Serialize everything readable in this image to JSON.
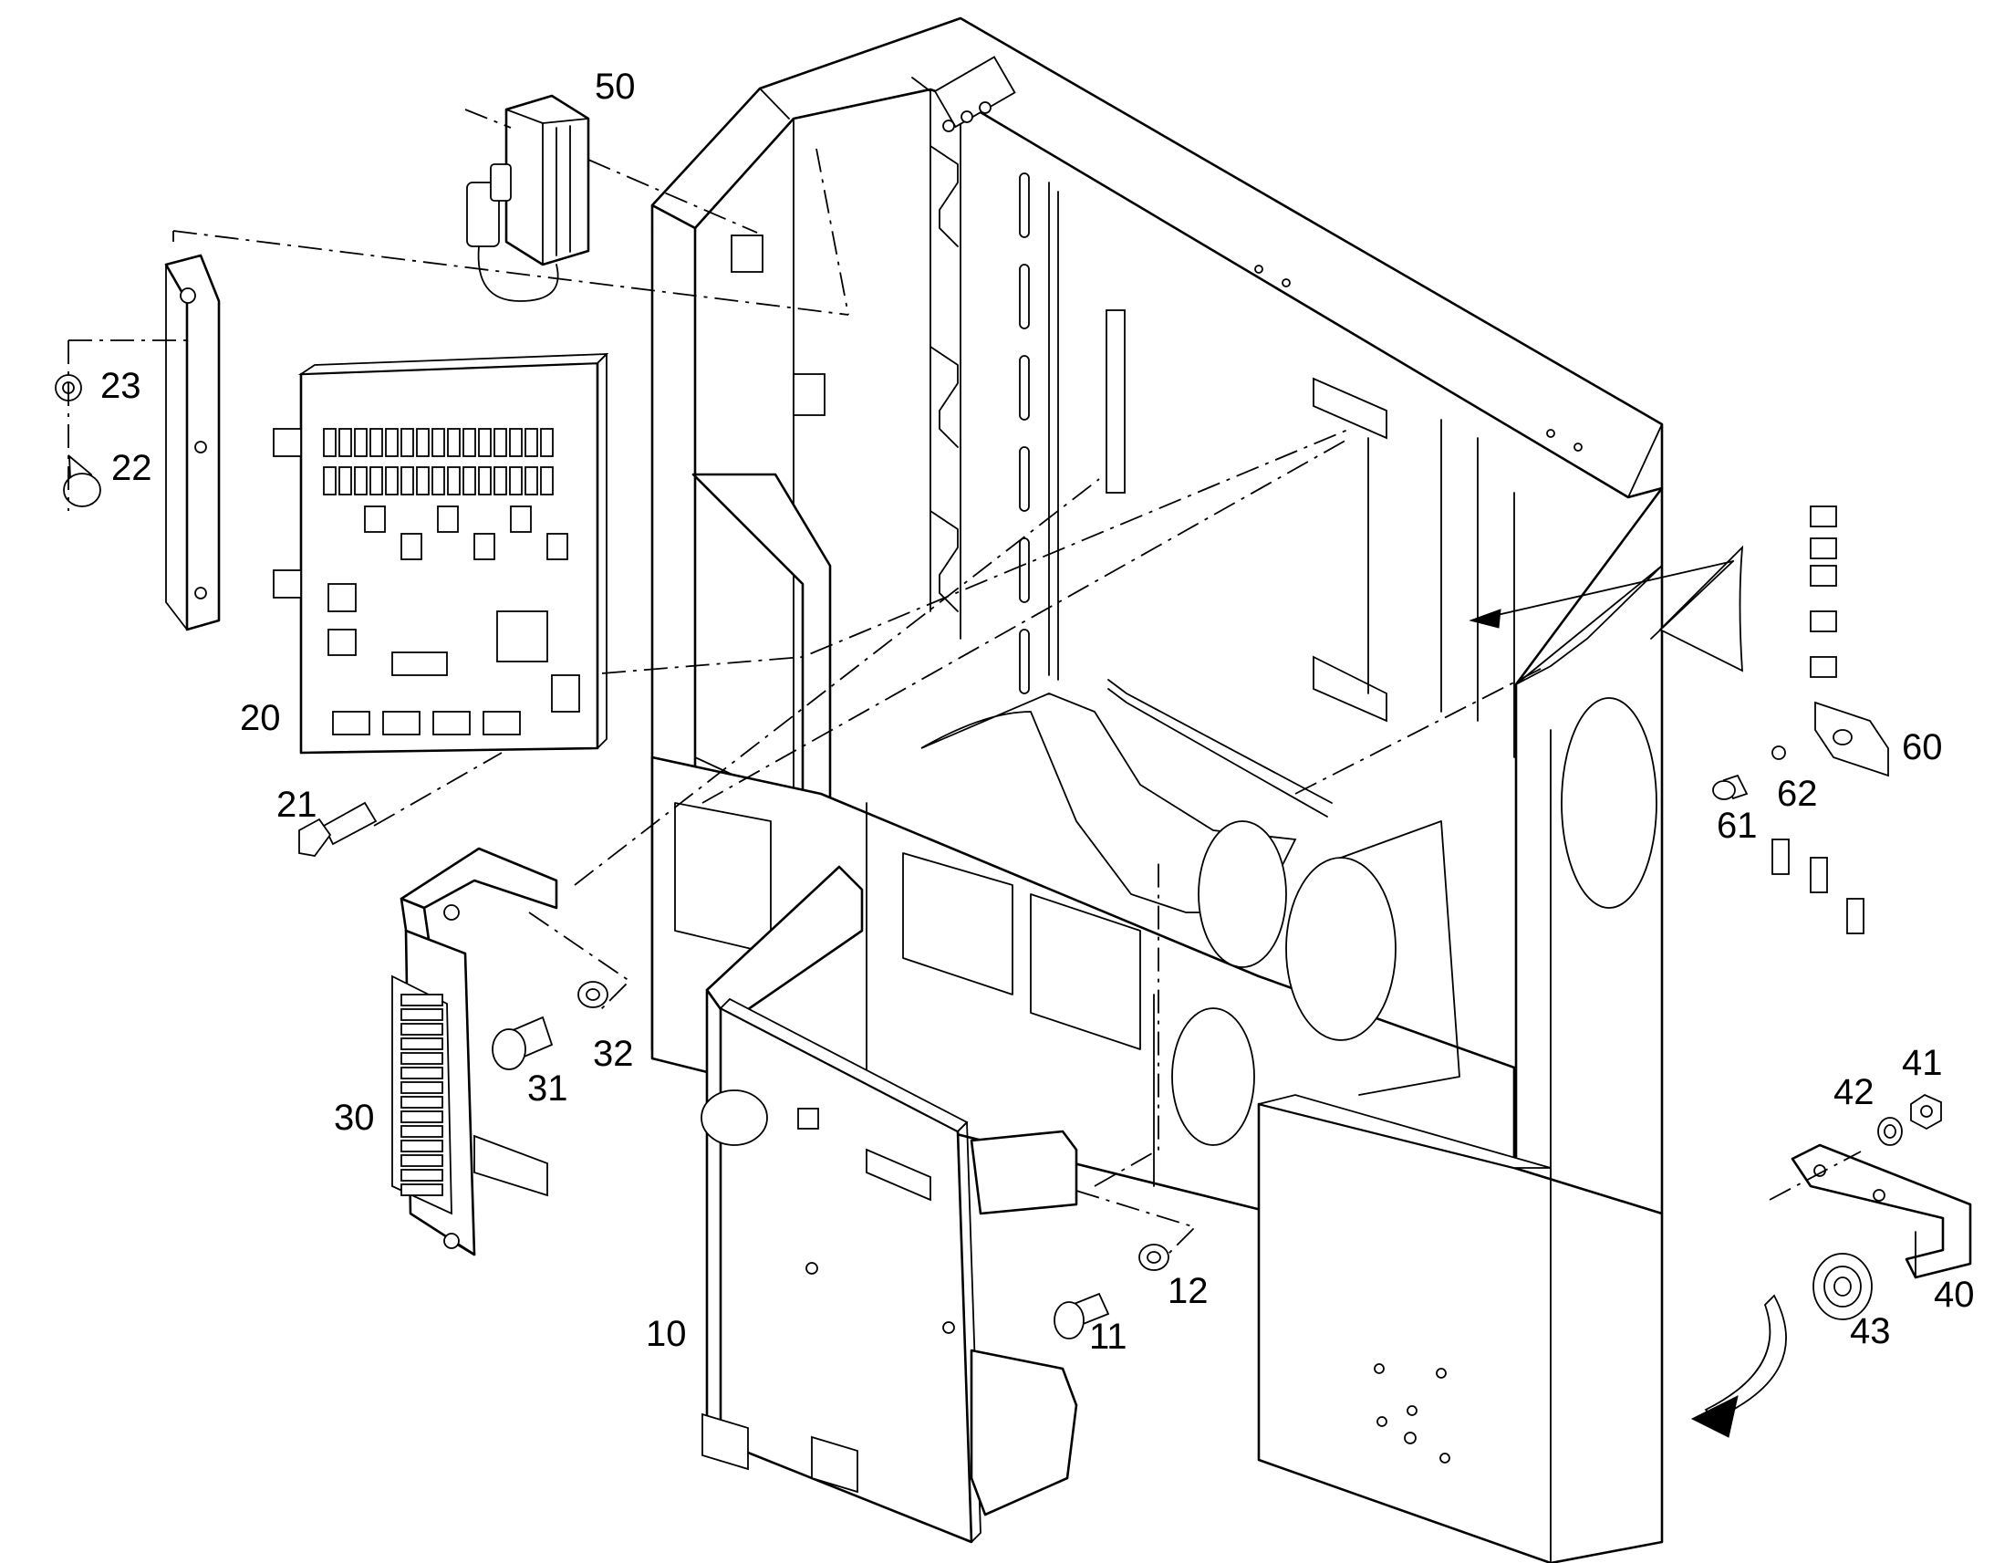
{
  "callouts": [
    {
      "id": "c50",
      "text": "50"
    },
    {
      "id": "c23",
      "text": "23"
    },
    {
      "id": "c22",
      "text": "22"
    },
    {
      "id": "c20",
      "text": "20"
    },
    {
      "id": "c21",
      "text": "21"
    },
    {
      "id": "c30",
      "text": "30"
    },
    {
      "id": "c31",
      "text": "31"
    },
    {
      "id": "c32",
      "text": "32"
    },
    {
      "id": "c10",
      "text": "10"
    },
    {
      "id": "c11",
      "text": "11"
    },
    {
      "id": "c12",
      "text": "12"
    },
    {
      "id": "c60",
      "text": "60"
    },
    {
      "id": "c61",
      "text": "61"
    },
    {
      "id": "c62",
      "text": "62"
    },
    {
      "id": "c41",
      "text": "41"
    },
    {
      "id": "c42",
      "text": "42"
    },
    {
      "id": "c40",
      "text": "40"
    },
    {
      "id": "c43",
      "text": "43"
    }
  ]
}
